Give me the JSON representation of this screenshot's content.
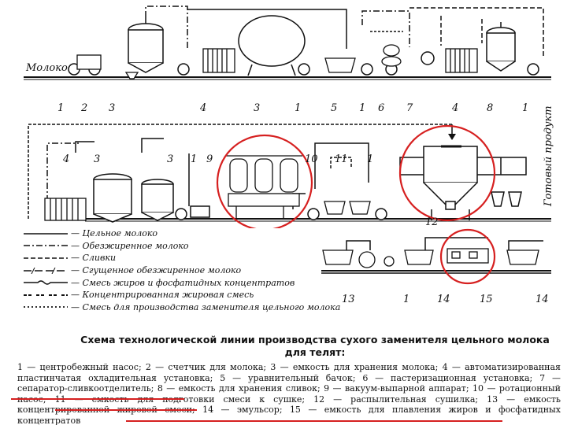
{
  "diagram": {
    "input_label": "Молоко",
    "output_label": "Готовый продукт",
    "top_numbers": [
      "1",
      "2",
      "3",
      "4",
      "3",
      "1",
      "5",
      "1",
      "6",
      "7",
      "4",
      "8",
      "1"
    ],
    "mid_numbers": [
      "4",
      "3",
      "3",
      "1",
      "9",
      "10",
      "11",
      "1"
    ],
    "low_numbers": [
      "12",
      "13",
      "1",
      "14",
      "15",
      "14"
    ]
  },
  "legend": [
    {
      "line": "solid",
      "text": "— Цельное молоко"
    },
    {
      "line": "dash-dot",
      "text": "— Обезжиренное молоко"
    },
    {
      "line": "dash",
      "text": "— Сливки"
    },
    {
      "line": "slash",
      "text": "— Сгущенное обезжиренное молоко"
    },
    {
      "line": "wave",
      "text": "— Смесь жиров и фосфатидных концентратов"
    },
    {
      "line": "double-dash",
      "text": "— Концентрированная жировая смесь"
    },
    {
      "line": "dots",
      "text": "— Смесь для производства заменителя цельного молока"
    }
  ],
  "title": "Схема технологической линии производства сухого заменителя цельного молока для телят:",
  "caption": "1 — центробежный насос; 2 — счетчик для молока; 3 — емкость для хранения молока; 4 — автоматизированная пластинчатая охладительная установка; 5 — уравнительный бачок; 6 — пастеризационная установка; 7 — сепаратор-сливкоотделитель; 8 — емкость для хранения сливок; 9 — вакуум-выпарной аппарат; 10 — ротационный насос; 11 — емкость для подготовки смеси к сушке; 12 — распылительная сушилка; 13 — емкость концентрированной жировой смеси; 14 — эмульсор; 15 — емкость для плавления жиров и фосфатидных концентратов",
  "colors": {
    "ink": "#111111",
    "highlight": "#d62020"
  }
}
